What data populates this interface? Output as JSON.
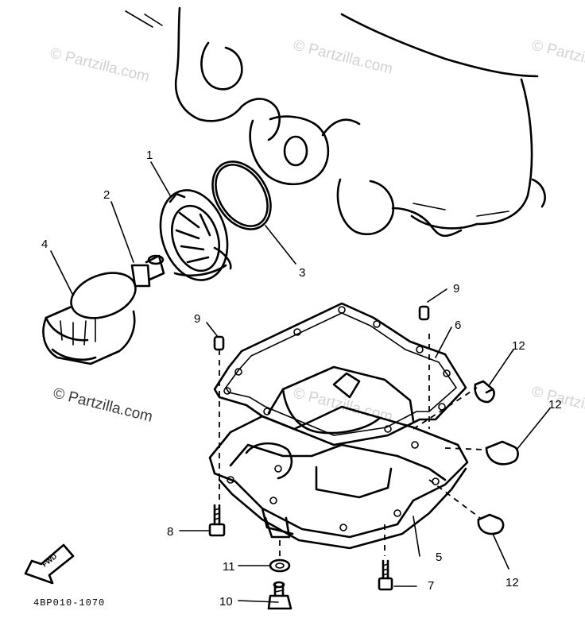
{
  "callouts": {
    "c1": "1",
    "c2": "2",
    "c3": "3",
    "c4": "4",
    "c5": "5",
    "c6": "6",
    "c7": "7",
    "c8": "8",
    "c9a": "9",
    "c9b": "9",
    "c10": "10",
    "c11": "11",
    "c12a": "12",
    "c12b": "12",
    "c12c": "12"
  },
  "watermarks": {
    "main": "© Partzilla.com",
    "faint": "© Partzilla.com"
  },
  "fwd_label": "FWD",
  "drawing_code": "4BP010-1070"
}
